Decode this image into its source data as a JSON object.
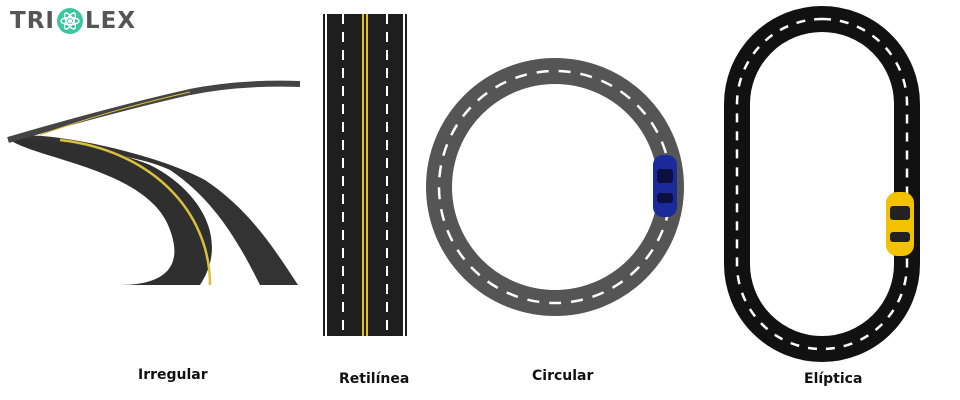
{
  "logo": {
    "text_left": "TRI",
    "text_right": "LEX",
    "accent": "#3cc6a0"
  },
  "roads": [
    {
      "label": "Irregular"
    },
    {
      "label": "Retilínea"
    },
    {
      "label": "Circular"
    },
    {
      "label": "Elíptica"
    }
  ]
}
